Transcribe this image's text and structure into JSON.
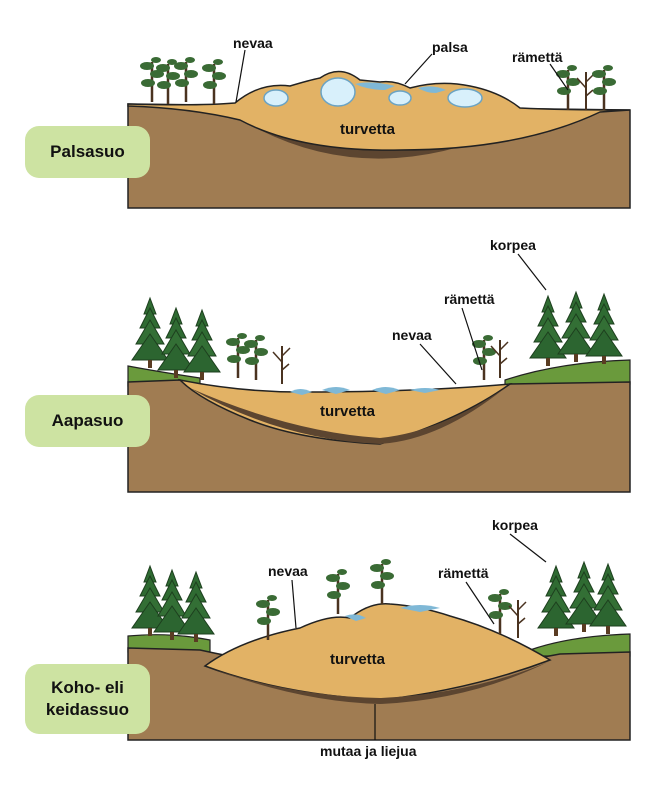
{
  "panels": {
    "palsasuo": {
      "name": "Palsasuo",
      "labels": {
        "nevaa": "nevaa",
        "palsa": "palsa",
        "ramettä": "rämettä",
        "turvetta": "turvetta"
      }
    },
    "aapasuo": {
      "name": "Aapasuo",
      "labels": {
        "korpea": "korpea",
        "ramettä": "rämettä",
        "nevaa": "nevaa",
        "turvetta": "turvetta"
      }
    },
    "kohosuo": {
      "name_line1": "Koho- eli",
      "name_line2": "keidassuo",
      "labels": {
        "nevaa": "nevaa",
        "korpea": "korpea",
        "ramettä": "rämettä",
        "turvetta": "turvetta",
        "mutaa": "mutaa ja liejua"
      }
    }
  },
  "colors": {
    "soil": "#a07c52",
    "peat": "#e2b265",
    "mud": "#5c4530",
    "water": "#7fb8d6",
    "ice": "#d8f0fb",
    "grass": "#6a9a3c",
    "tree": "#2f6b32",
    "label_bg": "#cde3a2"
  }
}
